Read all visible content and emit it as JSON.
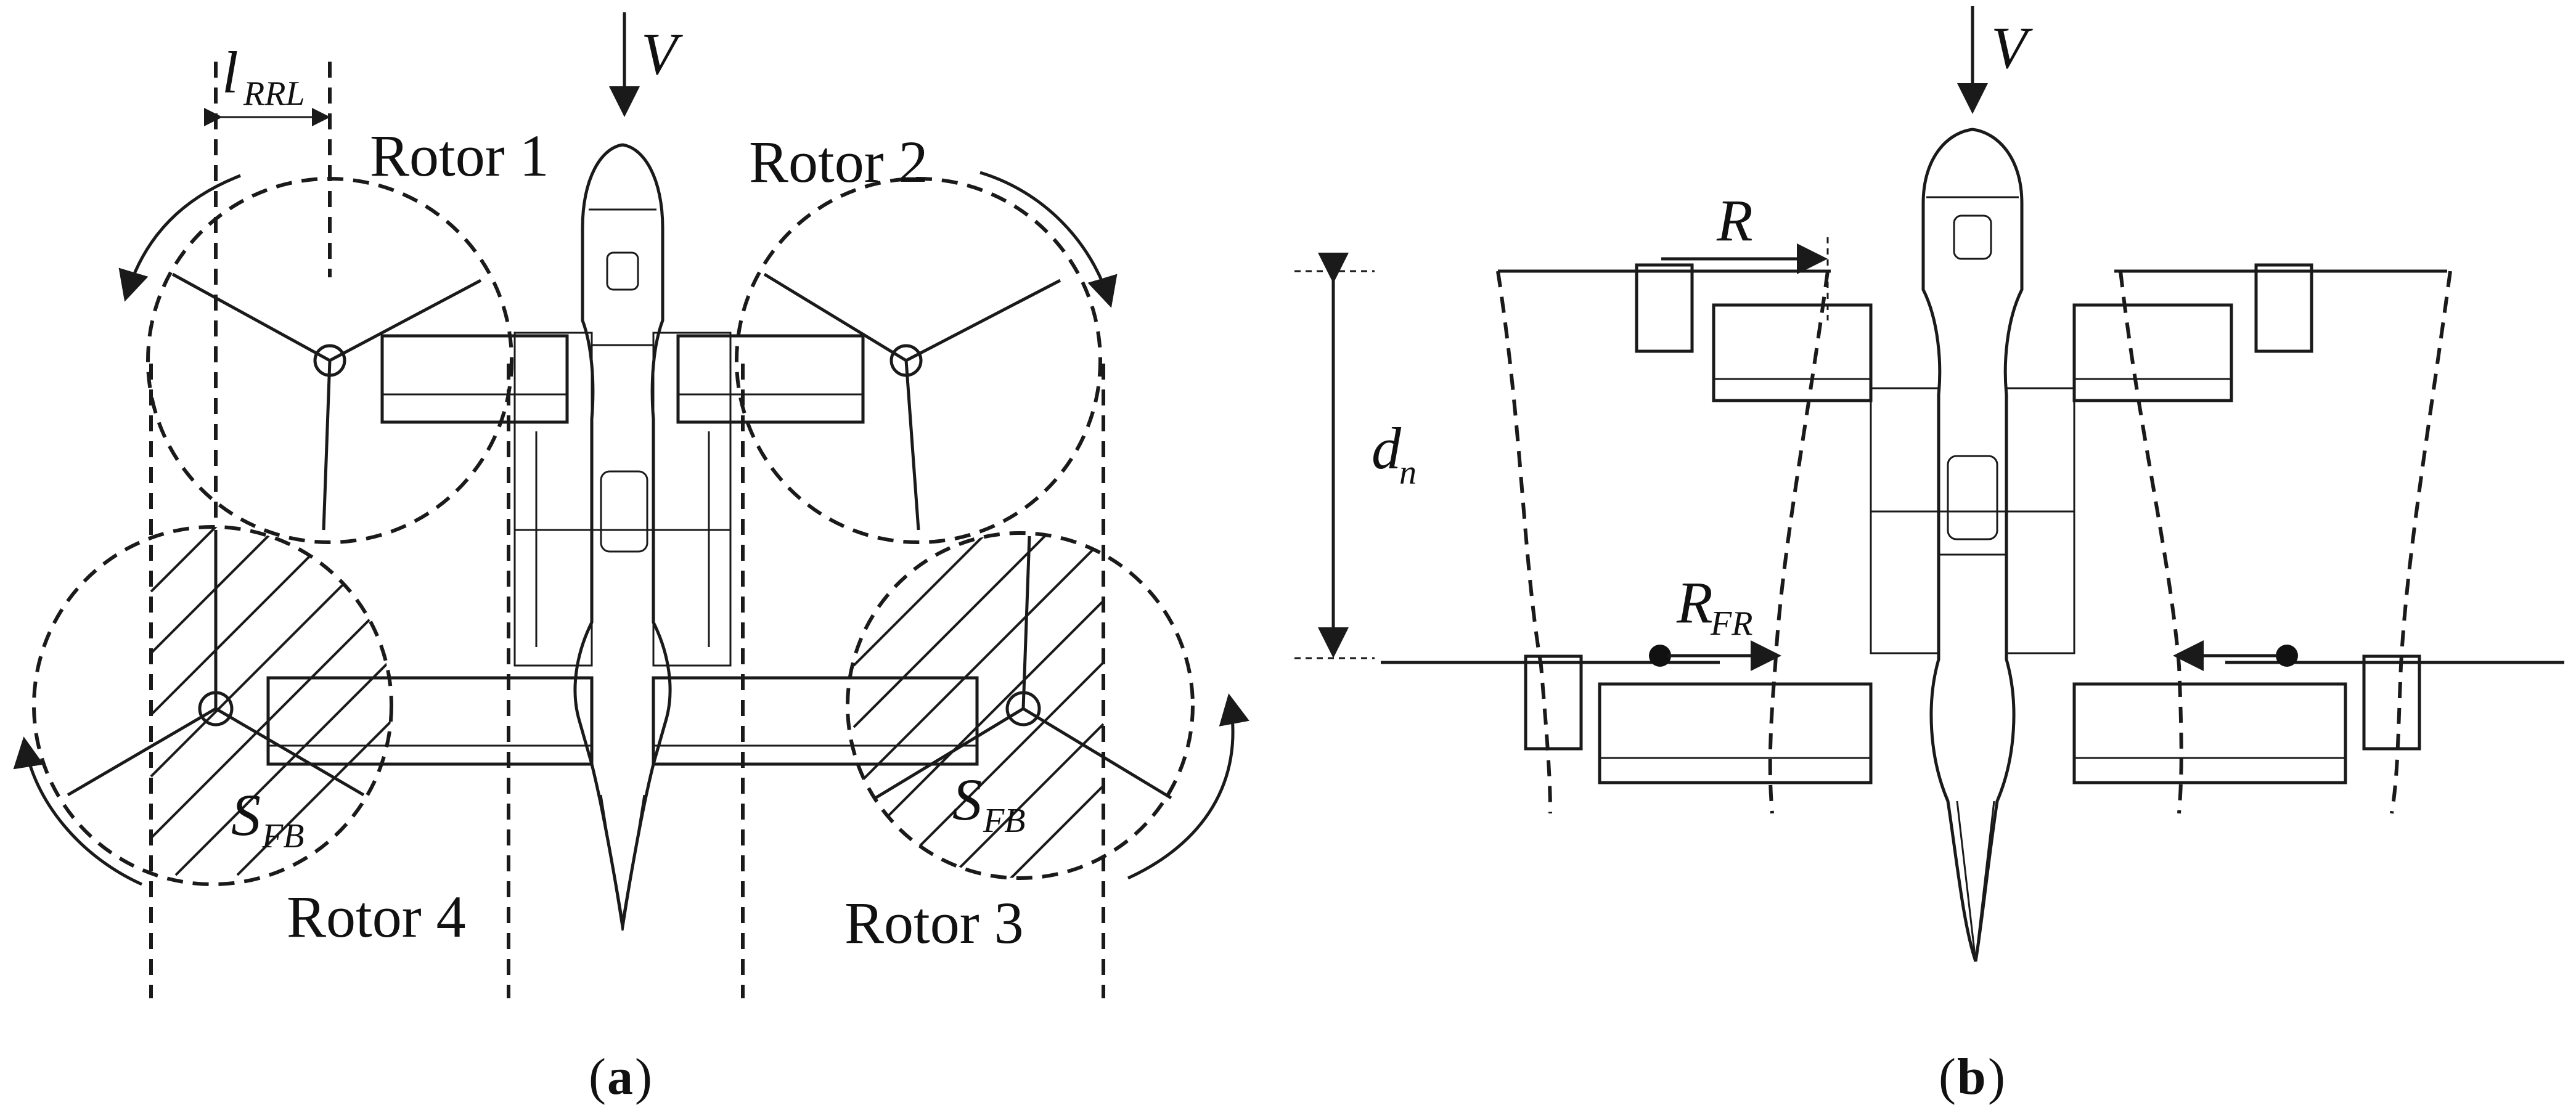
{
  "panel_a": {
    "velocity_label": "V",
    "rotor_labels": [
      "Rotor 1",
      "Rotor 2",
      "Rotor 3",
      "Rotor 4"
    ],
    "overlap_dimension": {
      "main": "l",
      "subscript": "RRL"
    },
    "overlap_area": {
      "main": "S",
      "subscript": "FB"
    },
    "caption": {
      "open": "(",
      "letter": "a",
      "close": ")"
    }
  },
  "panel_b": {
    "velocity_label": "V",
    "radius_label": "R",
    "distance_label": {
      "main": "d",
      "subscript": "n"
    },
    "radius_fr_label": {
      "main": "R",
      "subscript": "FR"
    },
    "caption": {
      "open": "(",
      "letter": "b",
      "close": ")"
    }
  }
}
